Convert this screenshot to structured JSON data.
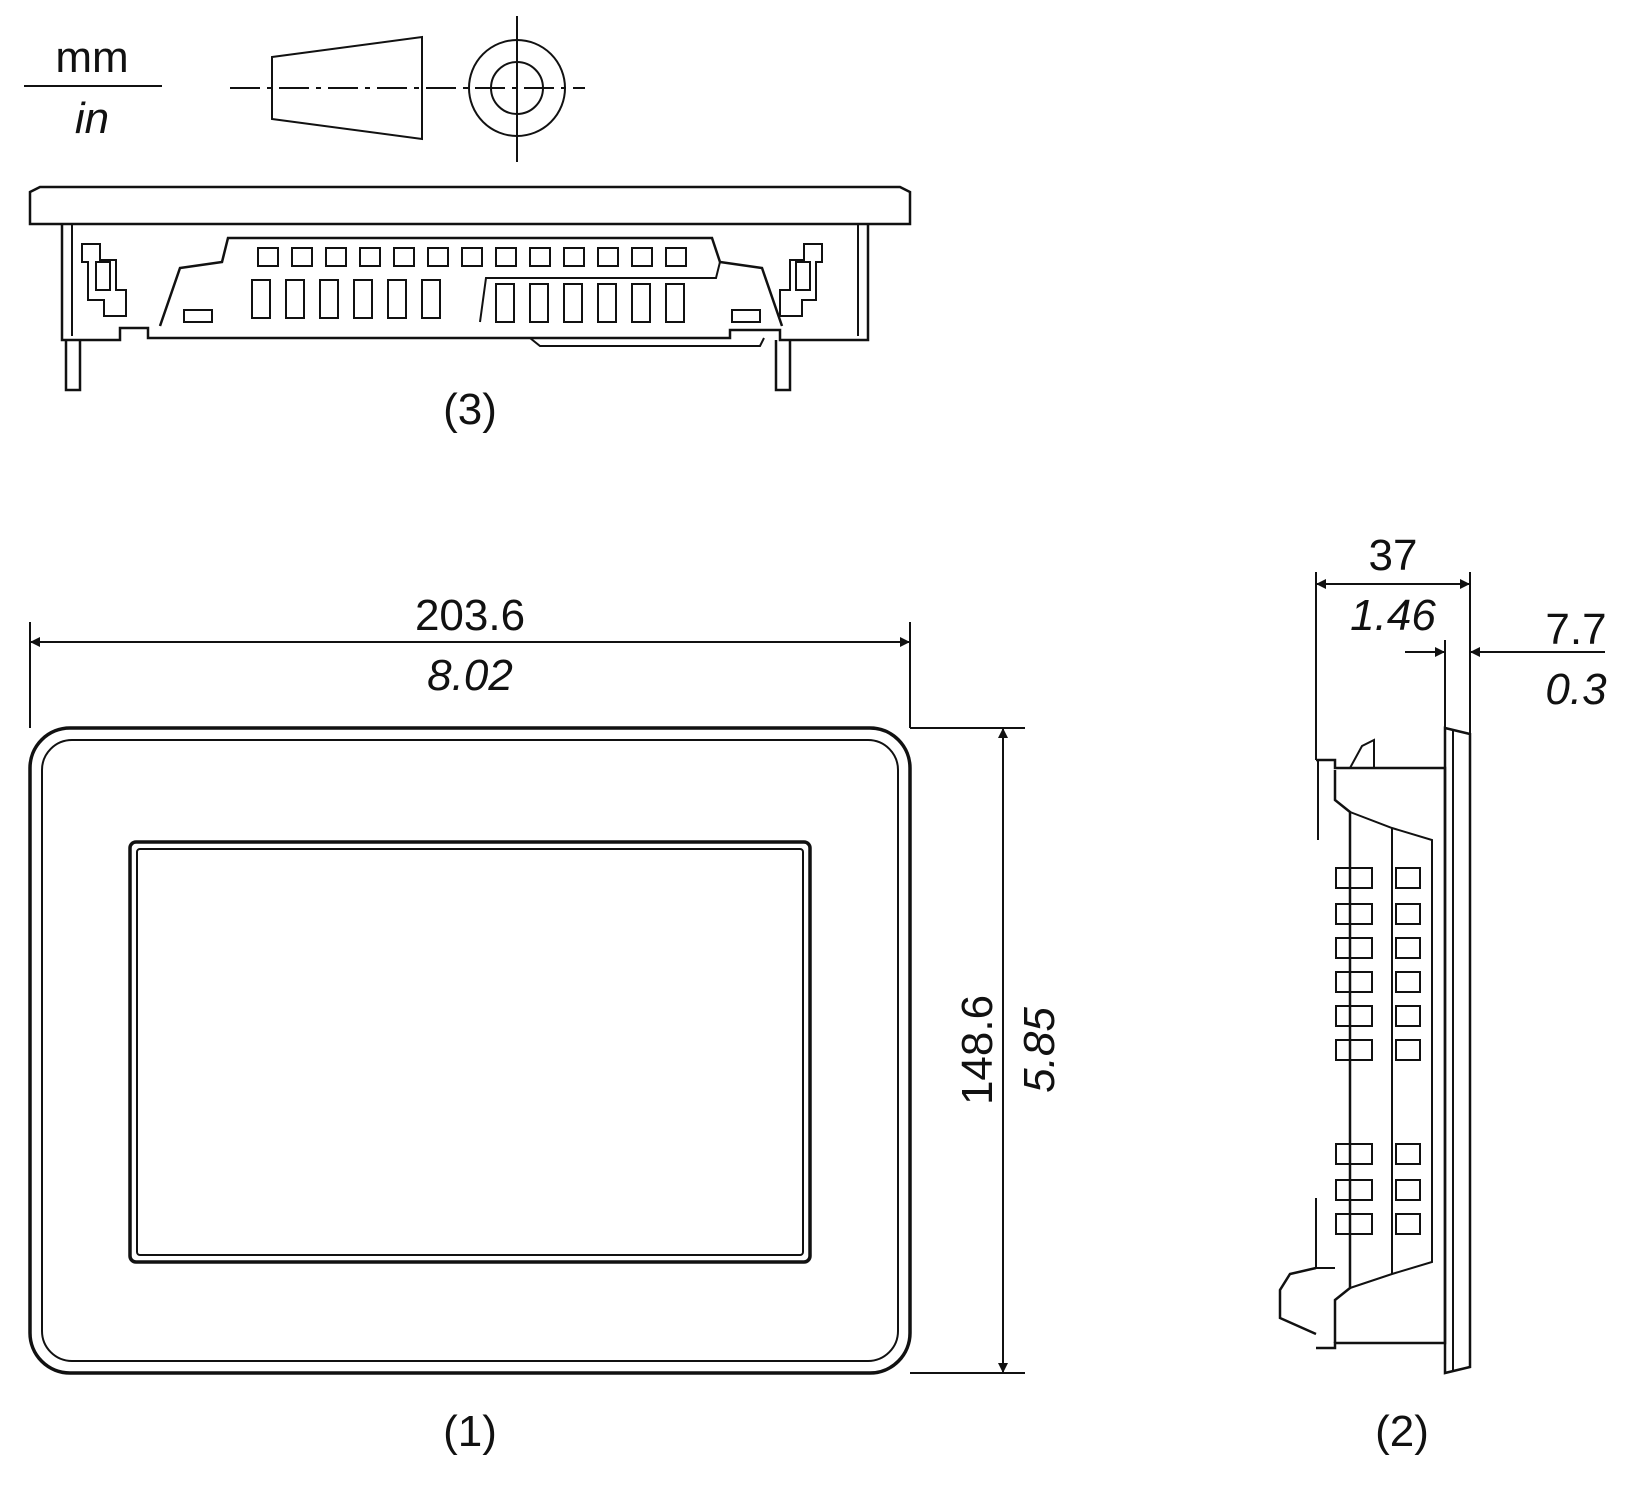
{
  "units": {
    "primary": "mm",
    "secondary": "in"
  },
  "views": {
    "front": {
      "label": "(1)"
    },
    "side": {
      "label": "(2)"
    },
    "bottom": {
      "label": "(3)"
    }
  },
  "dimensions": {
    "width": {
      "mm": "203.6",
      "in": "8.02"
    },
    "height": {
      "mm": "148.6",
      "in": "5.85"
    },
    "depth": {
      "mm": "37",
      "in": "1.46"
    },
    "bezel": {
      "mm": "7.7",
      "in": "0.3"
    }
  },
  "colors": {
    "line": "#111111",
    "background": "#ffffff"
  }
}
